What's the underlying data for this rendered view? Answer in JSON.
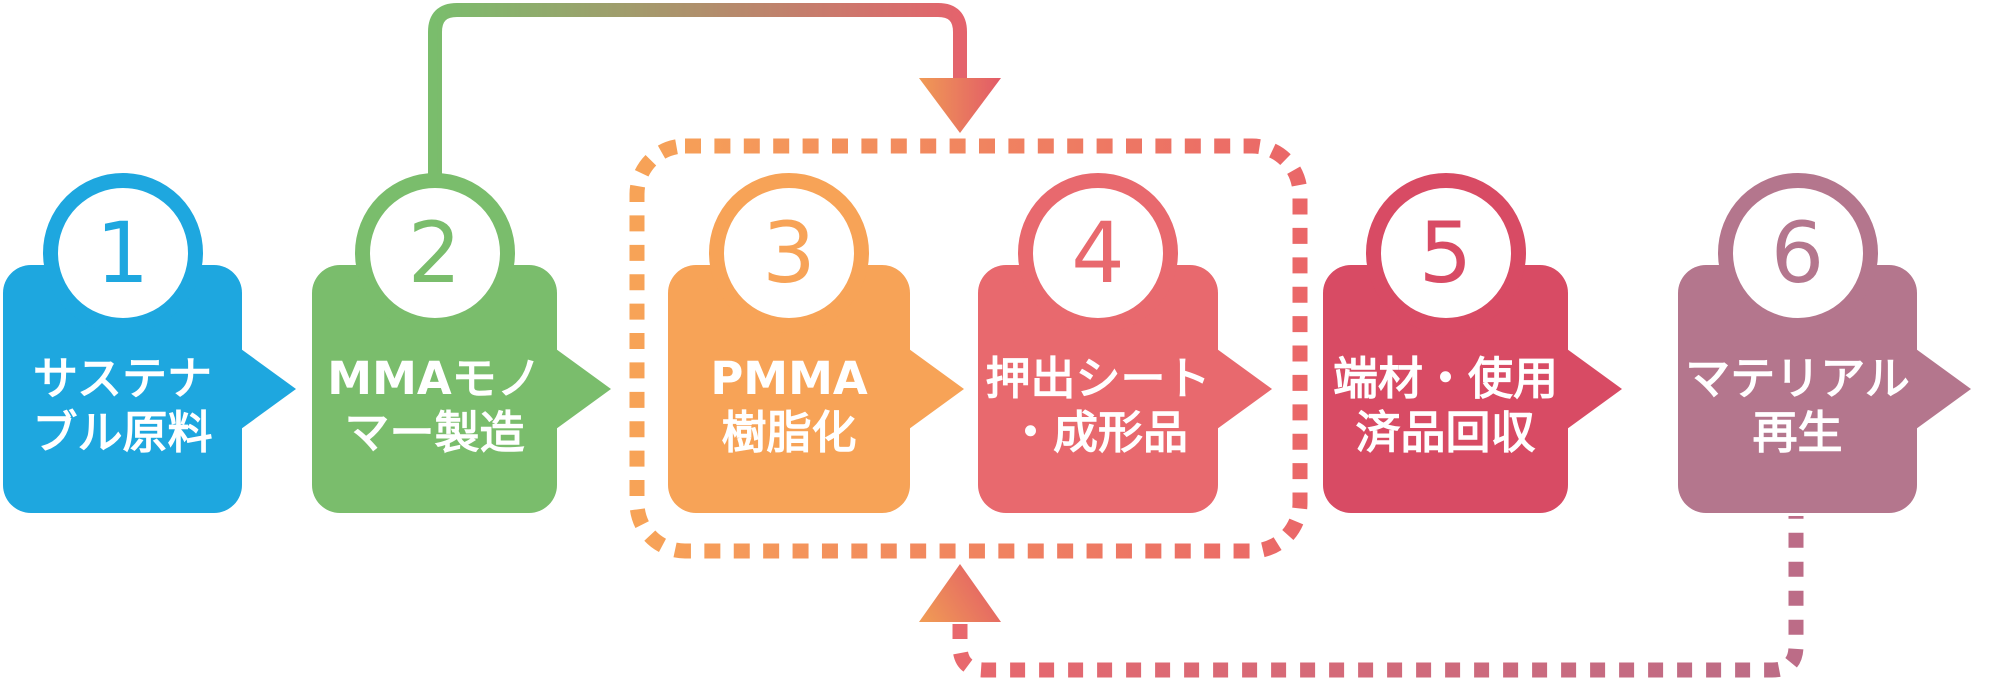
{
  "diagram": {
    "kind": "process-flow",
    "steps": [
      {
        "number": "1",
        "color": "#1EA7DF",
        "lines": [
          "サステナ",
          "ブル原料"
        ]
      },
      {
        "number": "2",
        "color": "#7ABD6C",
        "lines": [
          "MMAモノ",
          "マー製造"
        ]
      },
      {
        "number": "3",
        "color": "#F7A357",
        "lines": [
          "PMMA",
          "樹脂化"
        ]
      },
      {
        "number": "4",
        "color": "#E8696E",
        "lines": [
          "押出シート",
          "・成形品"
        ]
      },
      {
        "number": "5",
        "color": "#D84B64",
        "lines": [
          "端材・使用",
          "済品回収"
        ]
      },
      {
        "number": "6",
        "color": "#B4768D",
        "lines": [
          "マテリアル",
          "再生"
        ]
      }
    ],
    "connectors": {
      "top_line": {
        "from": "#7ABD6C",
        "to": "#E4636C"
      },
      "top_arrowhead": {
        "from": "#F09A55",
        "to": "#E25A68"
      },
      "dotted_frame": {
        "from": "#F7A357",
        "to": "#EA6768"
      },
      "return_path": {
        "from": "#E8686D",
        "to": "#BC6C87"
      },
      "return_arrowhead": {
        "from": "#F09A55",
        "to": "#E25A68"
      }
    }
  }
}
